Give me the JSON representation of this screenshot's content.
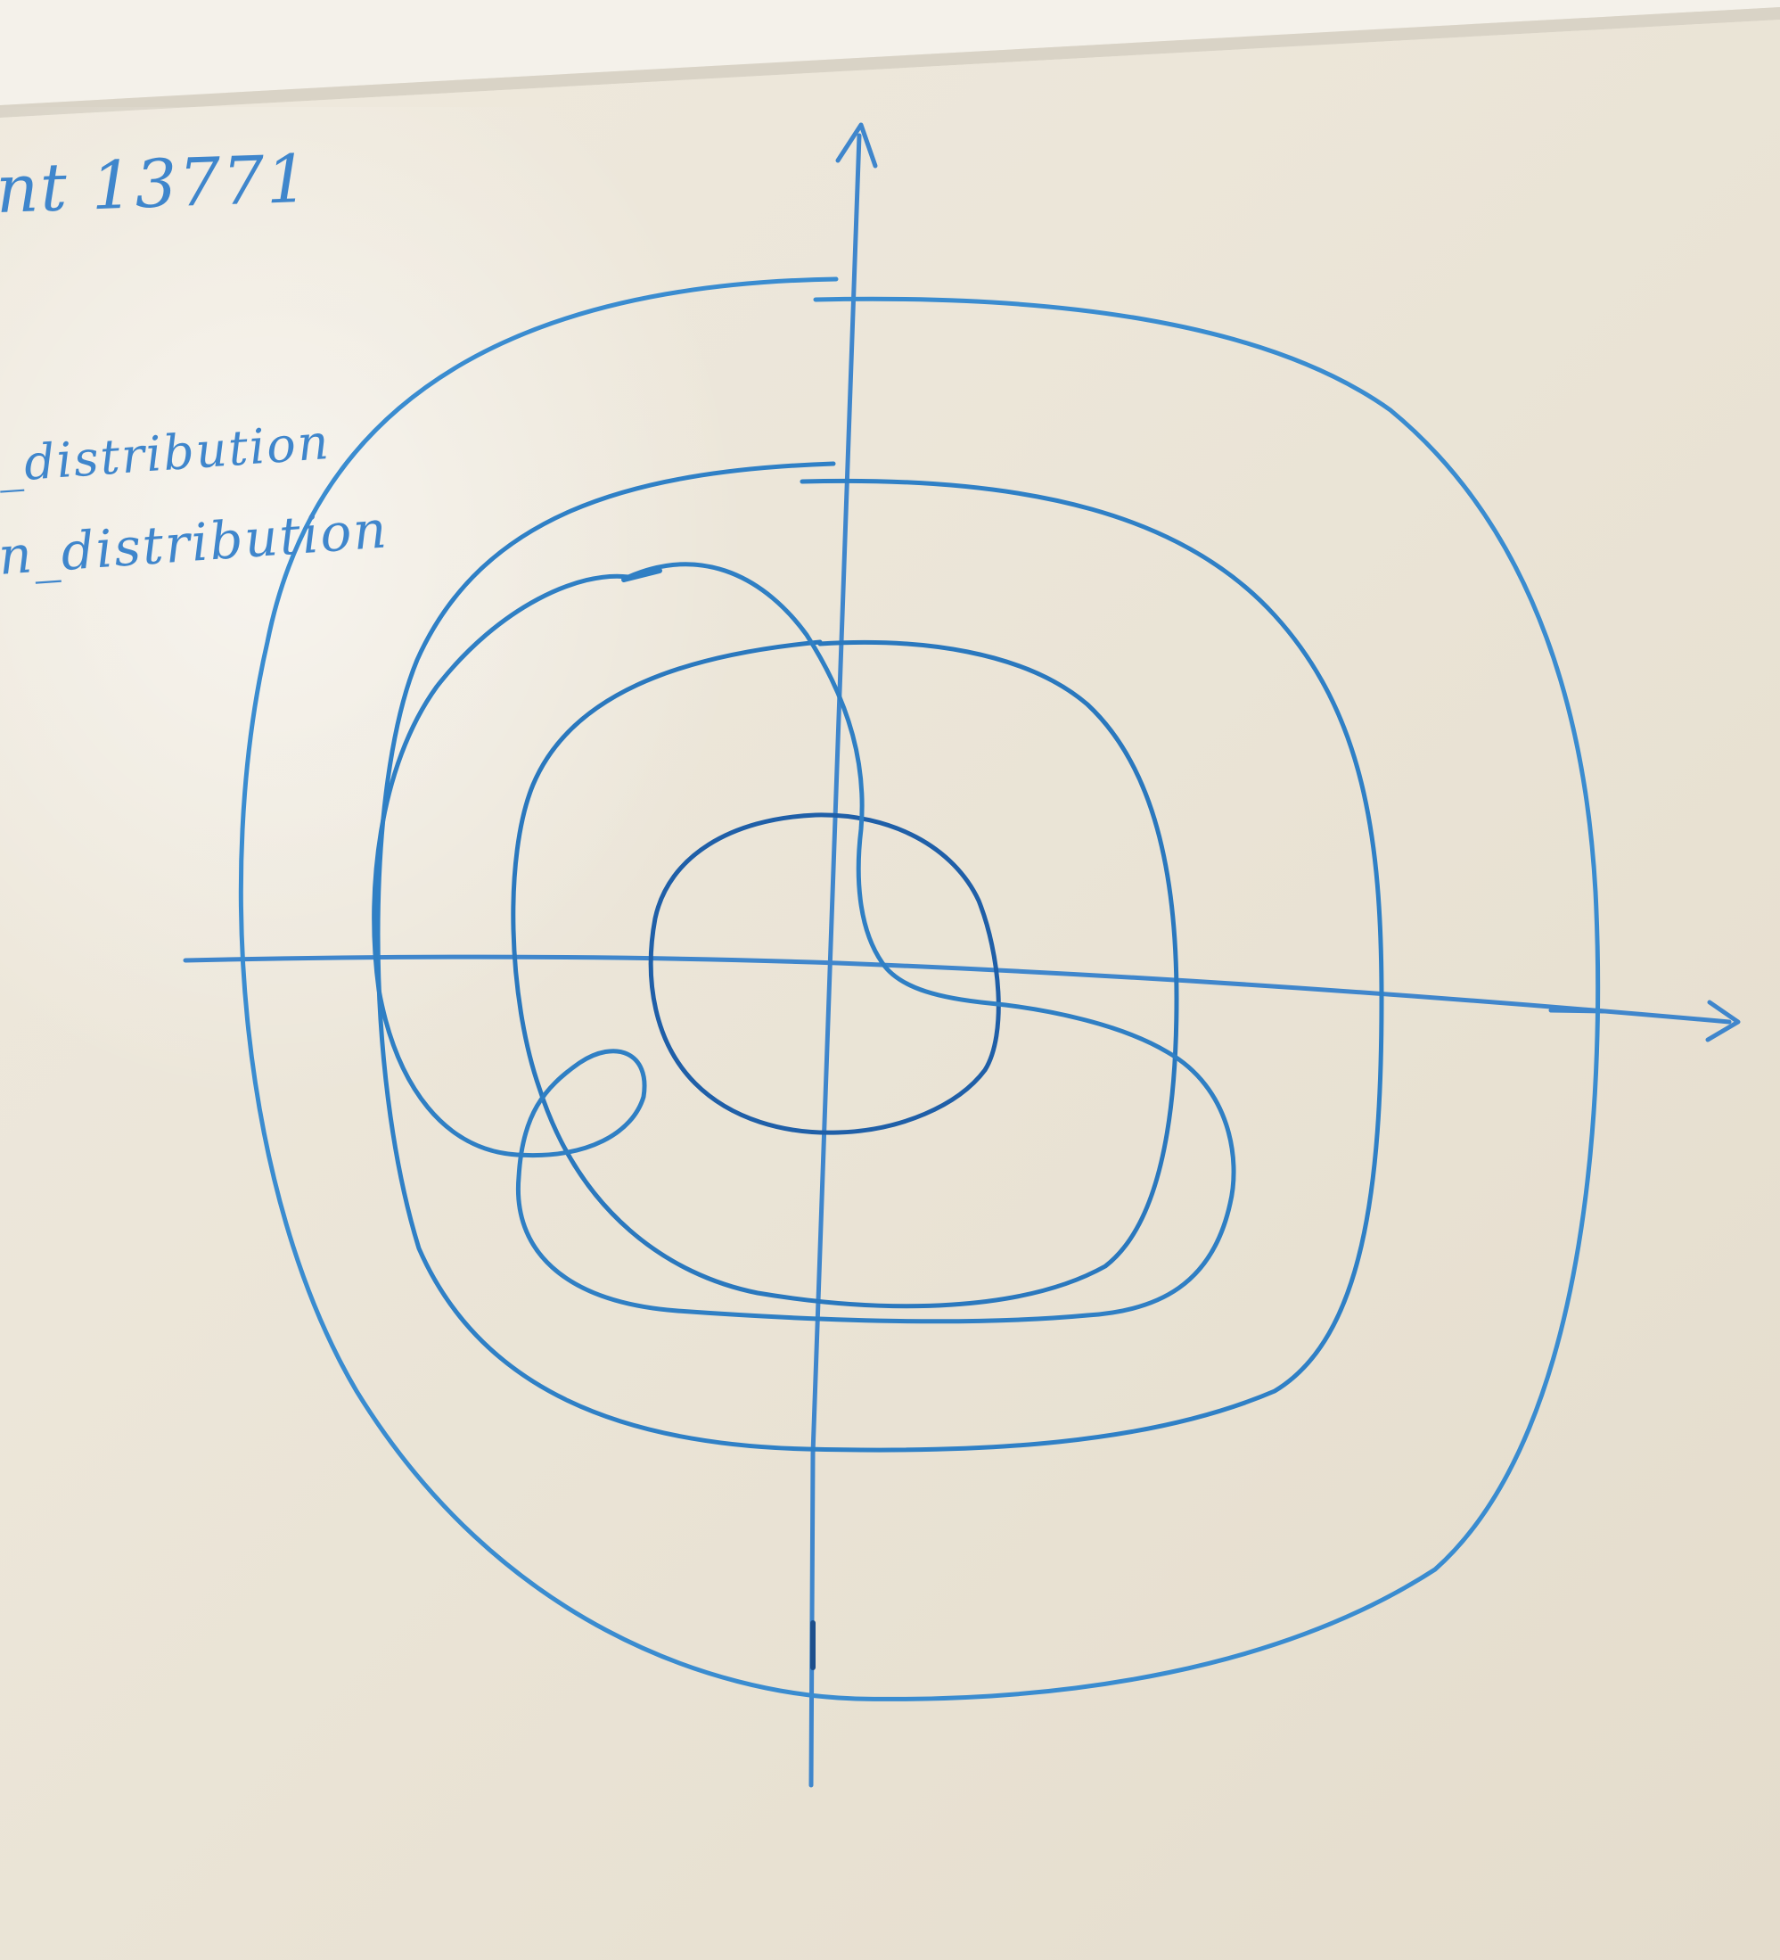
{
  "notes": [
    "nt 13771",
    "_distribution",
    "n_distribution"
  ],
  "colors": {
    "board": "#ebe4d6",
    "marker_blue": "#2f80c6",
    "marker_dark": "#1f5fa8",
    "wall": "#f2eee6"
  }
}
